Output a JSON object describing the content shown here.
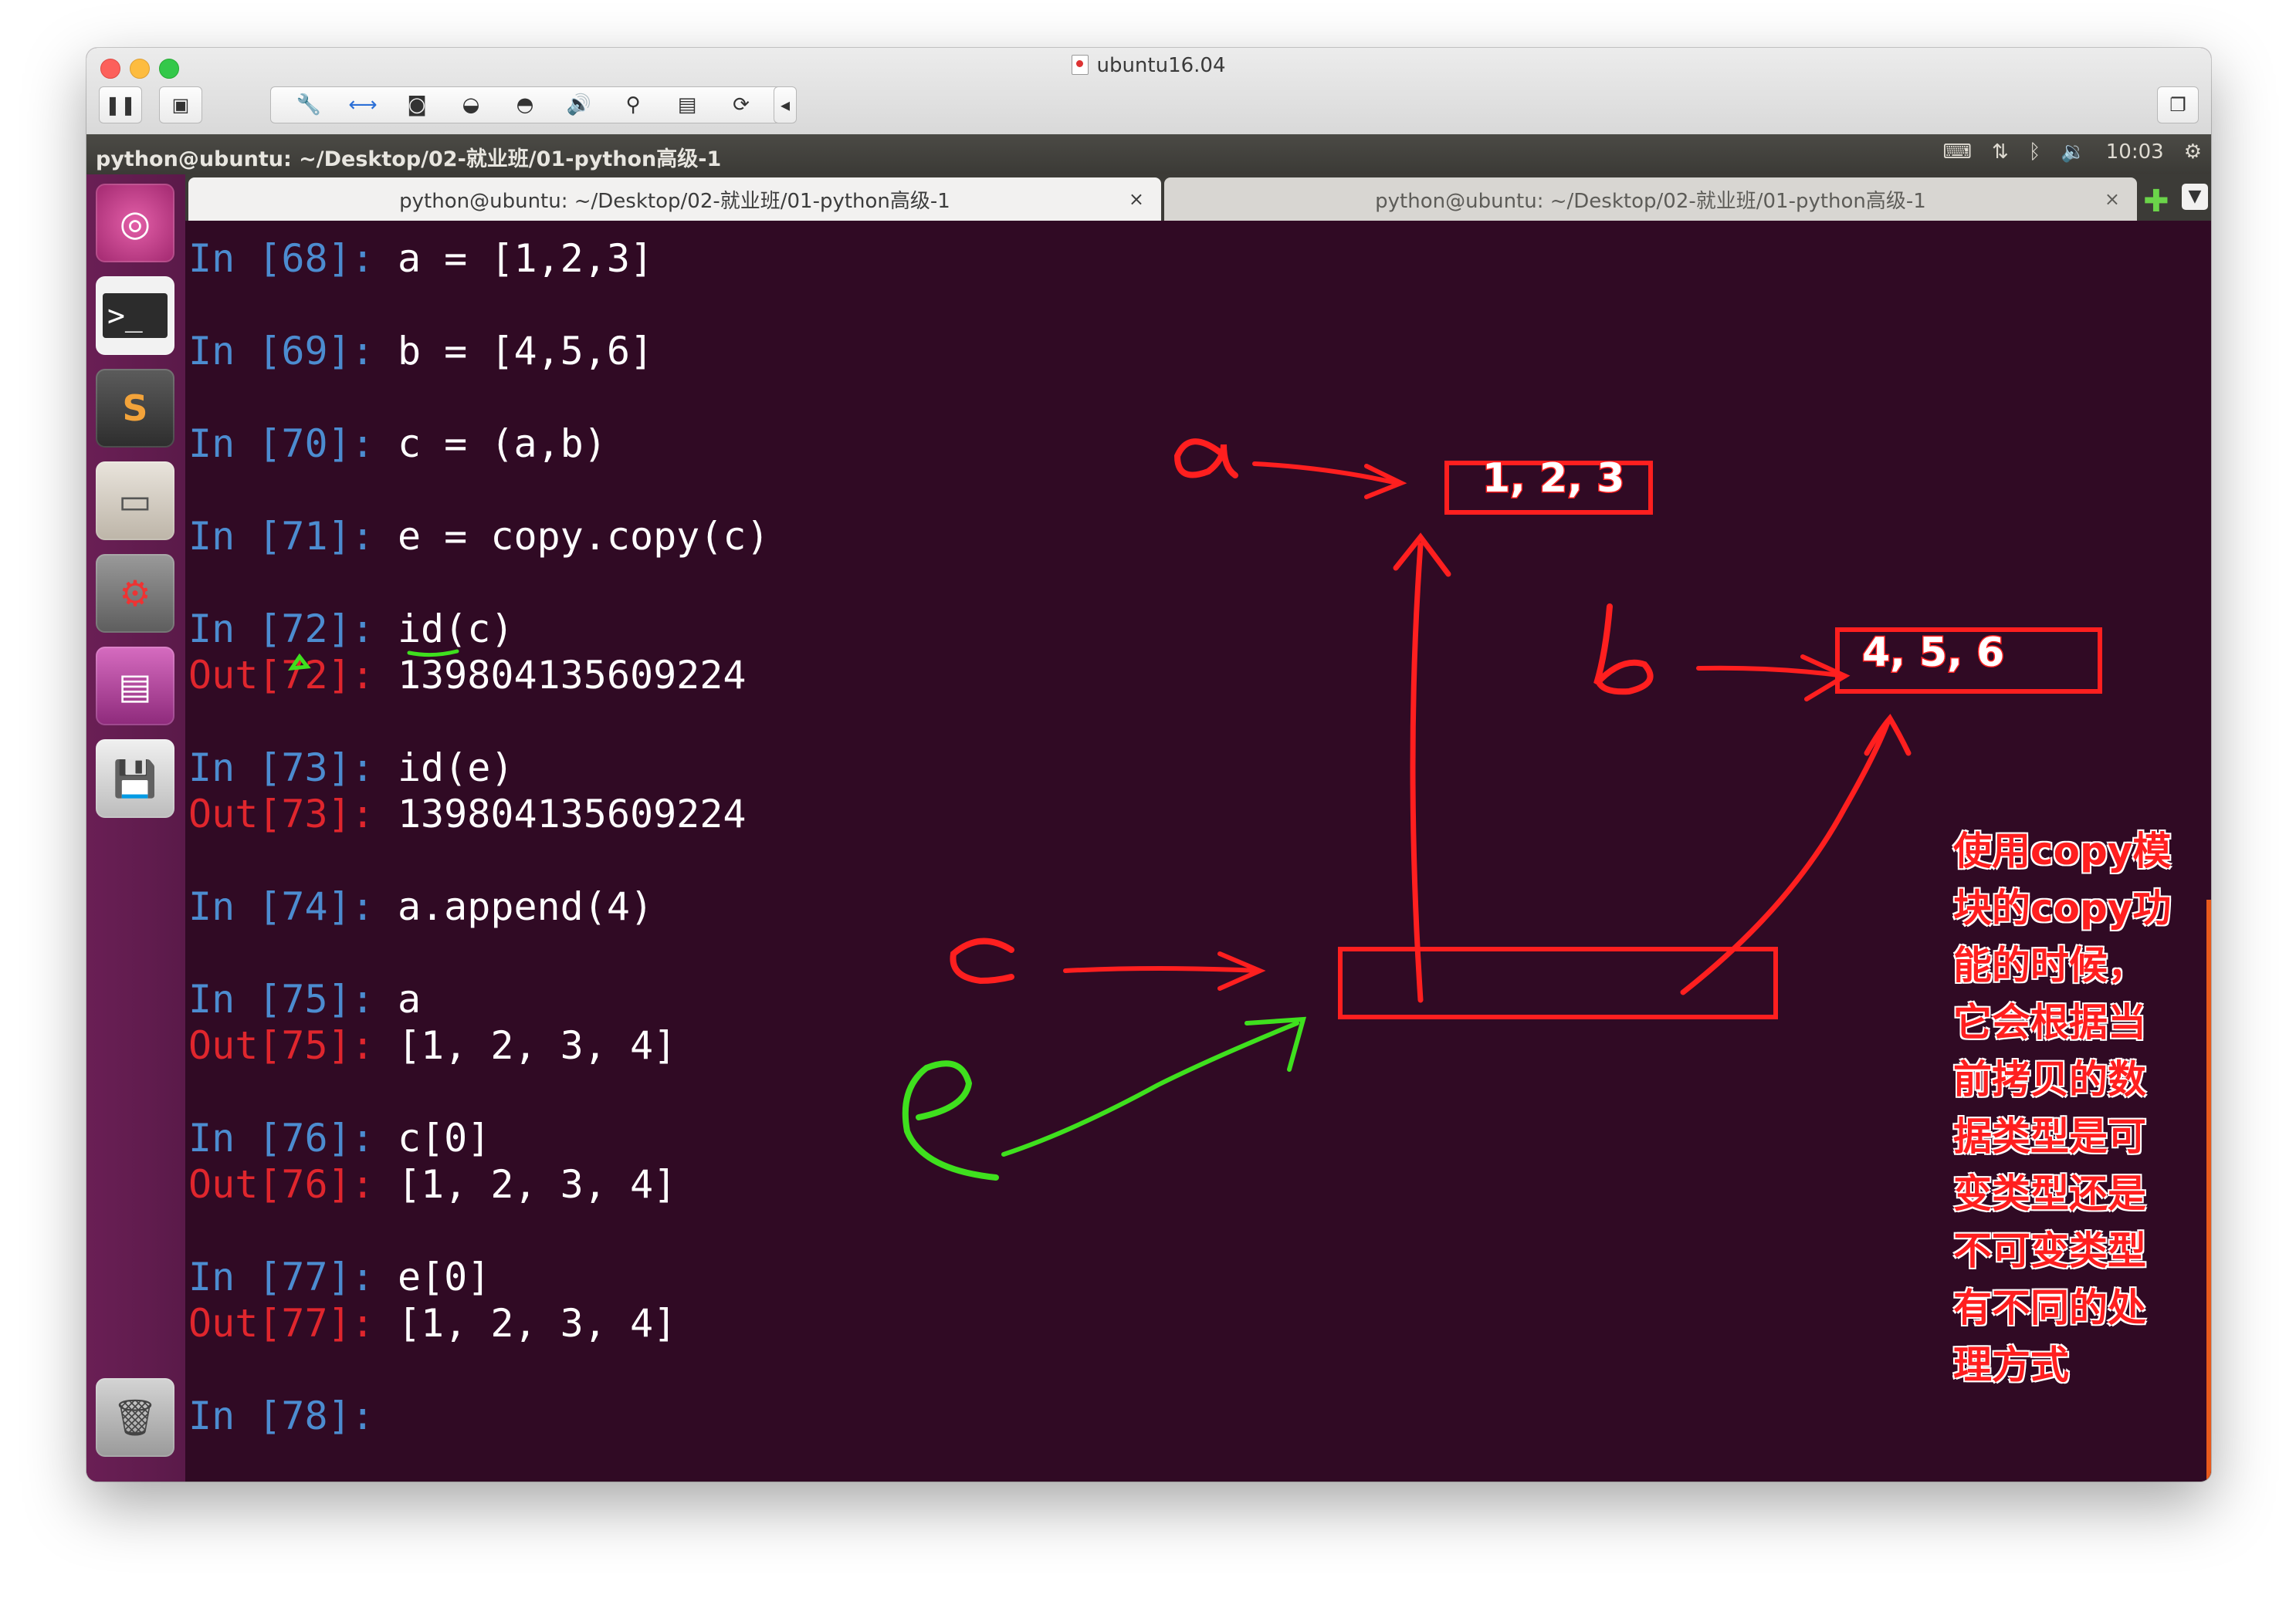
{
  "window": {
    "title": "ubuntu16.04",
    "panel_title": "python@ubuntu: ~/Desktop/02-就业班/01-python高级-1",
    "clock": "10:03"
  },
  "tabs": [
    {
      "label": "python@ubuntu: ~/Desktop/02-就业班/01-python高级-1",
      "close": "×"
    },
    {
      "label": "python@ubuntu: ~/Desktop/02-就业班/01-python高级-1",
      "close": "×"
    }
  ],
  "terminal": {
    "lines": [
      {
        "kind": "in",
        "prompt": "In [68]: ",
        "code": "a = [1,2,3]"
      },
      {
        "kind": "in",
        "prompt": "In [69]: ",
        "code": "b = [4,5,6]"
      },
      {
        "kind": "in",
        "prompt": "In [70]: ",
        "code": "c = (a,b)"
      },
      {
        "kind": "in",
        "prompt": "In [71]: ",
        "code": "e = copy.copy(c)"
      },
      {
        "kind": "in",
        "prompt": "In [72]: ",
        "code": "id(c)"
      },
      {
        "kind": "out",
        "prompt": "Out[72]: ",
        "code": "139804135609224"
      },
      {
        "kind": "in",
        "prompt": "In [73]: ",
        "code": "id(e)"
      },
      {
        "kind": "out",
        "prompt": "Out[73]: ",
        "code": "139804135609224"
      },
      {
        "kind": "in",
        "prompt": "In [74]: ",
        "code": "a.append(4)"
      },
      {
        "kind": "in",
        "prompt": "In [75]: ",
        "code": "a"
      },
      {
        "kind": "out",
        "prompt": "Out[75]: ",
        "code": "[1, 2, 3, 4]"
      },
      {
        "kind": "in",
        "prompt": "In [76]: ",
        "code": "c[0]"
      },
      {
        "kind": "out",
        "prompt": "Out[76]: ",
        "code": "[1, 2, 3, 4]"
      },
      {
        "kind": "in",
        "prompt": "In [77]: ",
        "code": "e[0]"
      },
      {
        "kind": "out",
        "prompt": "Out[77]: ",
        "code": "[1, 2, 3, 4]"
      },
      {
        "kind": "in",
        "prompt": "In [78]: ",
        "code": ""
      }
    ]
  },
  "annotations": {
    "box_a_label": "1, 2, 3",
    "box_b_label": "4, 5, 6",
    "note_lines": [
      "使用copy模",
      "块的copy功",
      "能的时候，",
      "它会根据当",
      "前拷贝的数",
      "据类型是可",
      "变类型还是",
      "不可变类型",
      "有不同的处",
      "理方式"
    ],
    "colors": {
      "red": "#ff1f1f",
      "green": "#3fe01e",
      "terminal_bg": "#300a24",
      "prompt_blue": "#4c8cd0",
      "prompt_red": "#e0262d"
    }
  }
}
